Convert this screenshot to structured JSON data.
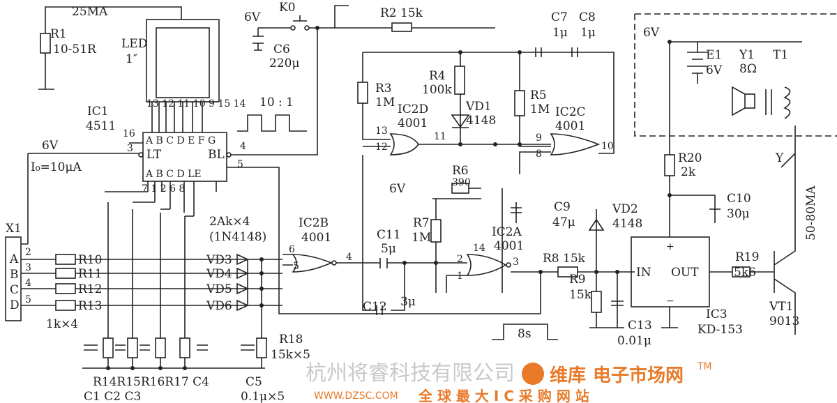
{
  "watermark": {
    "company": "杭州将睿科技有限公司",
    "brand": "维库",
    "site": "电子市场网",
    "url": "WWW.DZSC.COM",
    "slogan": "全 球 最 大 I C 采 购 网 站",
    "tm": "TM"
  },
  "labels": {
    "i25ma": "25MA",
    "r1": "R1",
    "r1v": "10-51R",
    "led": "LED",
    "led_size": "1″",
    "ic1": "IC1",
    "ic1v": "4511",
    "pin16": "16",
    "pin3": "3",
    "v6a": "6V",
    "io": "I₀=10μA",
    "ic1_top": "A B C D E F G",
    "lt": "LT",
    "bl": "BL",
    "pin4": "4",
    "pin5": "5",
    "ic1_bot": "A B  C D LE",
    "toppins": "13 12 11 10 9 15 14",
    "botpins": "7  1    2    6    8",
    "ratio": "10 : 1",
    "v6b": "6V",
    "k0": "K0",
    "c6": "C6",
    "c6v": "220μ",
    "r2": "R2 15k",
    "c7": "C7",
    "c7v": "1μ",
    "c8": "C8",
    "c8v": "1μ",
    "r3": "R3",
    "r3v": "1M",
    "r4": "R4",
    "r4v": "100k",
    "vd1": "VD1",
    "vd1v": "4148",
    "ic2d": "IC2D",
    "ic2dv": "4001",
    "p13": "13",
    "p12": "12",
    "p11": "11",
    "r5": "R5",
    "r5v": "1M",
    "ic2c": "IC2C",
    "ic2cv": "4001",
    "p9": "9",
    "p8": "8",
    "p10": "10",
    "r6": "R6",
    "r6v": "390",
    "v6c": "6V",
    "c9": "C9",
    "c9v": "47μ",
    "ic2b": "IC2B",
    "ic2bv": "4001",
    "p6": "6",
    "p5": "5",
    "p4": "4",
    "c11": "C11",
    "c11v": "5μ",
    "r7": "R7",
    "r7v": "1M",
    "ic2a": "IC2A",
    "ic2av": "4001",
    "p14": "14",
    "p2": "2",
    "p1": "1",
    "p3": "3",
    "r8": "R8 15k",
    "c12": "C12",
    "c12v": "3μ",
    "t8s": "8s",
    "r9": "R9",
    "r9v": "15k",
    "c13": "C13",
    "c13v": "0.01μ",
    "in": "IN",
    "out": "OUT",
    "plus": "+",
    "minus": "−",
    "ic3": "IC3",
    "ic3v": "KD-153",
    "vd2": "VD2",
    "vd2v": "4148",
    "r20": "R20",
    "r20v": "2k",
    "c10": "C10",
    "c10v": "30μ",
    "v6d": "6V",
    "e1": "E1",
    "e1v": "6V",
    "y1": "Y1",
    "y1v": "8Ω",
    "t1": "T1",
    "y": "Y",
    "i5080": "50-80MA",
    "r19": "R19",
    "r19v": "5k6",
    "vt1": "VT1",
    "vt1v": "9013",
    "x1": "X1",
    "xa": "A",
    "xb": "B",
    "xc": "C",
    "xd": "D",
    "x2": "2",
    "x3": "3",
    "x4": "4",
    "x5": "5",
    "r10": "R10",
    "r11": "R11",
    "r12": "R12",
    "r13": "R13",
    "rk4": "1k×4",
    "vd3": "VD3",
    "vd4": "VD4",
    "vd5": "VD5",
    "vd6": "VD6",
    "d2ak": "2Ak×4",
    "d1n": "(1N4148)",
    "r18": "R18",
    "r18v": "15k×5",
    "rrow": "R14R15R16R17 C4",
    "c5": "C5",
    "crow": "C1  C2  C3",
    "c5v": "0.1μ×5"
  }
}
